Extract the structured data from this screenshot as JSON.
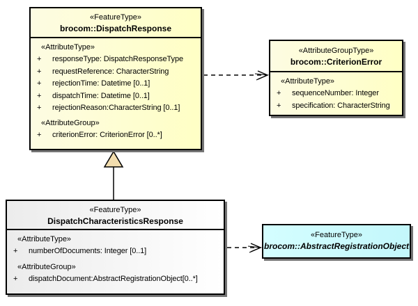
{
  "colors": {
    "class_fill_yellow": "#ffffc5",
    "class_fill_gray": "#ececec",
    "class_fill_cyan": "#c3f7fb",
    "generalization_triangle_fill": "#f2ddae",
    "border": "#000000",
    "shadow": "#757575"
  },
  "boxes": {
    "dispatch_response": {
      "stereotype": "«FeatureType»",
      "name": "brocom::DispatchResponse",
      "attr_type_heading": "«AttributeType»",
      "attr_group_heading": "«AttributeGroup»",
      "attributes": [
        {
          "vis": "+",
          "text": "responseType: DispatchResponseType"
        },
        {
          "vis": "+",
          "text": "requestReference: CharacterString"
        },
        {
          "vis": "+",
          "text": "rejectionTime: Datetime [0..1]"
        },
        {
          "vis": "+",
          "text": "dispatchTime: Datetime [0..1]"
        },
        {
          "vis": "+",
          "text": "rejectionReason:CharacterString [0..1]"
        }
      ],
      "group_attributes": [
        {
          "vis": "+",
          "text": "criterionError: CriterionError [0..*]"
        }
      ]
    },
    "criterion_error": {
      "stereotype": "«AttributeGroupType»",
      "name": "brocom::CriterionError",
      "attr_type_heading": "«AttributeType»",
      "attributes": [
        {
          "vis": "+",
          "text": "sequenceNumber: Integer"
        },
        {
          "vis": "+",
          "text": "specification: CharacterString"
        }
      ]
    },
    "dispatch_characteristics_response": {
      "stereotype": "«FeatureType»",
      "name": "DispatchCharacteristicsResponse",
      "attr_type_heading": "«AttributeType»",
      "attr_group_heading": "«AttributeGroup»",
      "attributes": [
        {
          "vis": "+",
          "text": "numberOfDocuments: Integer [0..1]"
        }
      ],
      "group_attributes": [
        {
          "vis": "+",
          "text": "dispatchDocument:AbstractRegistrationObject[0..*]"
        }
      ]
    },
    "abstract_registration_object": {
      "stereotype": "«FeatureType»",
      "name": "brocom::AbstractRegistrationObject"
    }
  },
  "relationships": [
    {
      "type": "dependency-dashed-arrow",
      "from": "brocom::DispatchResponse",
      "to": "brocom::CriterionError"
    },
    {
      "type": "generalization",
      "from": "DispatchCharacteristicsResponse",
      "to": "brocom::DispatchResponse"
    },
    {
      "type": "dependency-dashed-arrow",
      "from": "DispatchCharacteristicsResponse",
      "to": "brocom::AbstractRegistrationObject"
    }
  ]
}
